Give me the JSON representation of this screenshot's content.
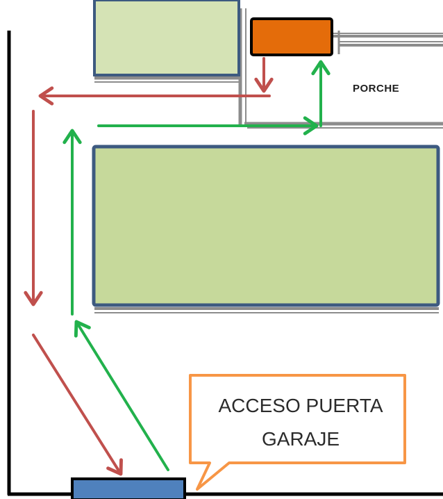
{
  "labels": {
    "porch": "PORCHE",
    "callout_line1": "ACCESO PUERTA",
    "callout_line2": "GARAJE"
  },
  "colors": {
    "building_fill": "#c6d99b",
    "building_fill_top": "#d5e3b5",
    "building_border": "#3d5a80",
    "door_fill": "#e46c0a",
    "gate_fill": "#4f81bd",
    "exit_route": "#c0504d",
    "entry_route": "#22b14c",
    "callout_border": "#f79646",
    "wall": "#8c8c8c",
    "boundary": "#000000"
  }
}
